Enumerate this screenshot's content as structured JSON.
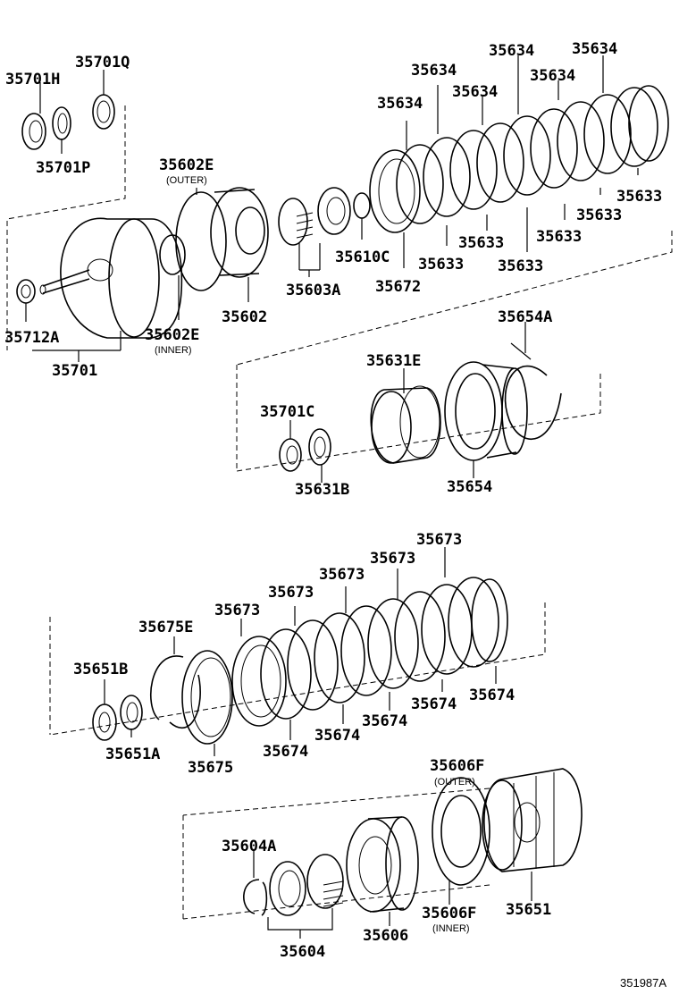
{
  "labels": {
    "p35701H": "35701H",
    "p35701Q": "35701Q",
    "p35701P": "35701P",
    "p35602E_outer": "35602E",
    "outer_note": "(OUTER)",
    "p35602E_inner": "35602E",
    "inner_note": "(INNER)",
    "p35712A": "35712A",
    "p35701": "35701",
    "p35602": "35602",
    "p35603A": "35603A",
    "p35610C": "35610C",
    "p35672": "35672",
    "p35634_a": "35634",
    "p35634_b": "35634",
    "p35634_c": "35634",
    "p35634_d": "35634",
    "p35634_e": "35634",
    "p35634_f": "35634",
    "p35633_a": "35633",
    "p35633_b": "35633",
    "p35633_c": "35633",
    "p35633_d": "35633",
    "p35633_e": "35633",
    "p35633_f": "35633",
    "p35654A": "35654A",
    "p35631E": "35631E",
    "p35701C": "35701C",
    "p35631B": "35631B",
    "p35654": "35654",
    "p35673_a": "35673",
    "p35673_b": "35673",
    "p35673_c": "35673",
    "p35673_d": "35673",
    "p35673_e": "35673",
    "p35675E": "35675E",
    "p35651B": "35651B",
    "p35651A": "35651A",
    "p35675": "35675",
    "p35674_a": "35674",
    "p35674_b": "35674",
    "p35674_c": "35674",
    "p35674_d": "35674",
    "p35674_e": "35674",
    "p35606F_outer": "35606F",
    "outer_note2": "(OUTER)",
    "p35606F_inner": "35606F",
    "inner_note2": "(INNER)",
    "p35604A": "35604A",
    "p35604": "35604",
    "p35606": "35606",
    "p35651": "35651",
    "figure_ref": "351987A"
  }
}
